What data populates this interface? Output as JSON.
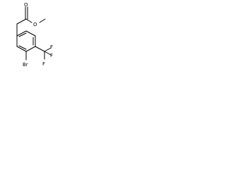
{
  "structure": {
    "carbonyl_oxygen": "O",
    "ester_oxygen": "O",
    "methyl_group": "",
    "bromine": "Br",
    "trifluoromethyl_fluorines": [
      "F",
      "F",
      "F"
    ]
  }
}
